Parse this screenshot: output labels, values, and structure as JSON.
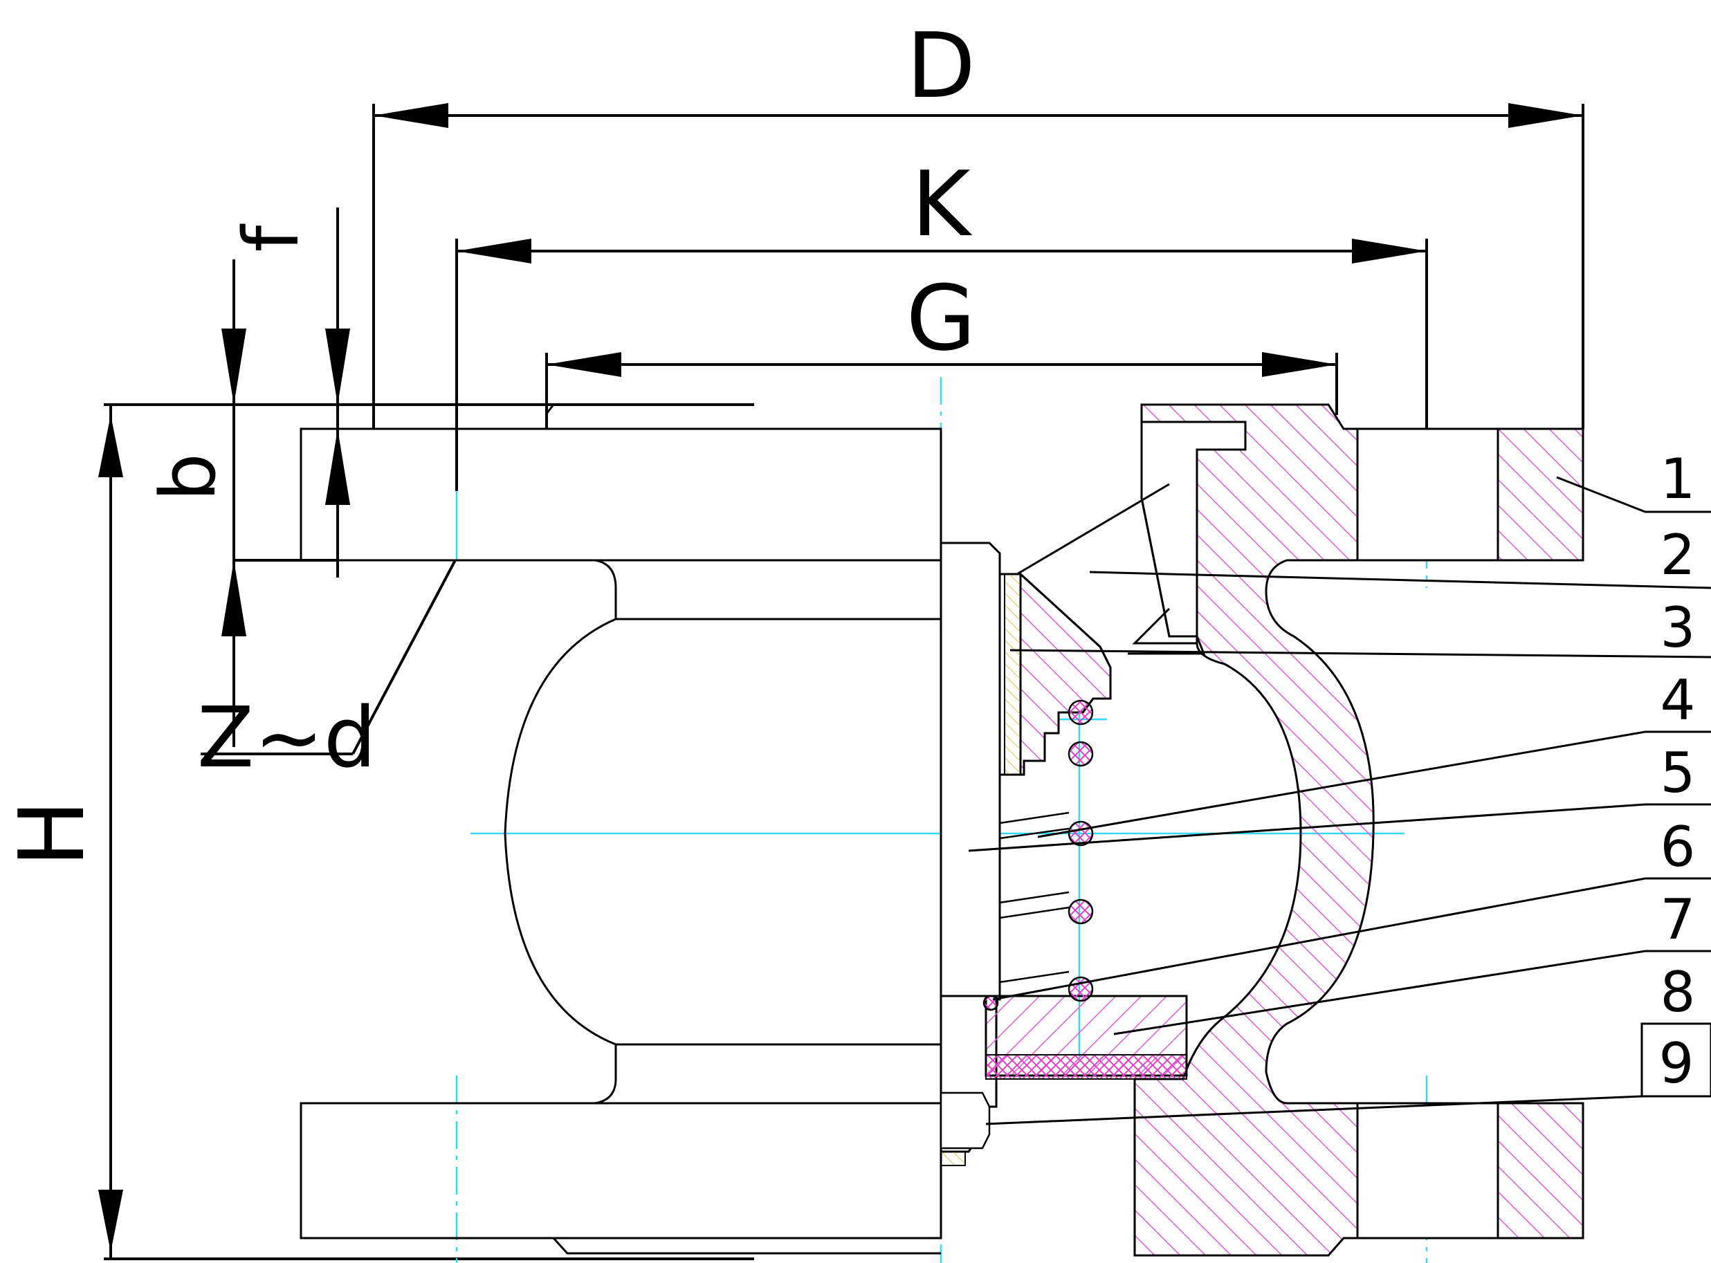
{
  "dimensions": {
    "D": "D",
    "K": "K",
    "G": "G",
    "f": "f",
    "b": "b",
    "H": "H",
    "Zd": "Z~d"
  },
  "balloons": [
    "1",
    "2",
    "3",
    "4",
    "5",
    "6",
    "7",
    "8",
    "9"
  ],
  "colors": {
    "line": "#000000",
    "hatch": "#e05ad6",
    "centerline": "#35d7f2",
    "spring": "#e040c8",
    "seat_hatch": "#d6c84a"
  }
}
